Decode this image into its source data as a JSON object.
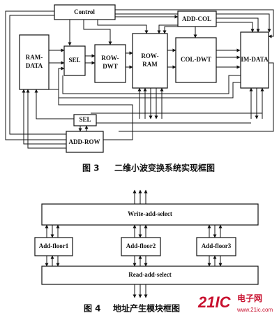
{
  "figure3": {
    "caption_num": "图 3",
    "caption_text": "二维小波变换系统实现框图",
    "blocks": {
      "control": "Control",
      "add_col": "ADD-COL",
      "ram_data_line1": "RAM-",
      "ram_data_line2": "DATA",
      "sel_top": "SEL",
      "row_dwt_line1": "ROW-",
      "row_dwt_line2": "DWT",
      "row_ram_line1": "ROW-",
      "row_ram_line2": "RAM",
      "col_dwt": "COL-DWT",
      "im_data": "IM-DATA",
      "sel_bottom": "SEL",
      "add_row": "ADD-ROW"
    }
  },
  "figure4": {
    "caption_num": "图 4",
    "caption_text": "地址产生模块框图",
    "blocks": {
      "write_add_select": "Write-add-select",
      "add_floor1": "Add-floor1",
      "add_floor2": "Add-floor2",
      "add_floor3": "Add-floor3",
      "read_add_select": "Read-add-select"
    }
  },
  "watermark": {
    "logo": "21IC",
    "site_cn": "电子网",
    "url": "www.21ic.com"
  }
}
